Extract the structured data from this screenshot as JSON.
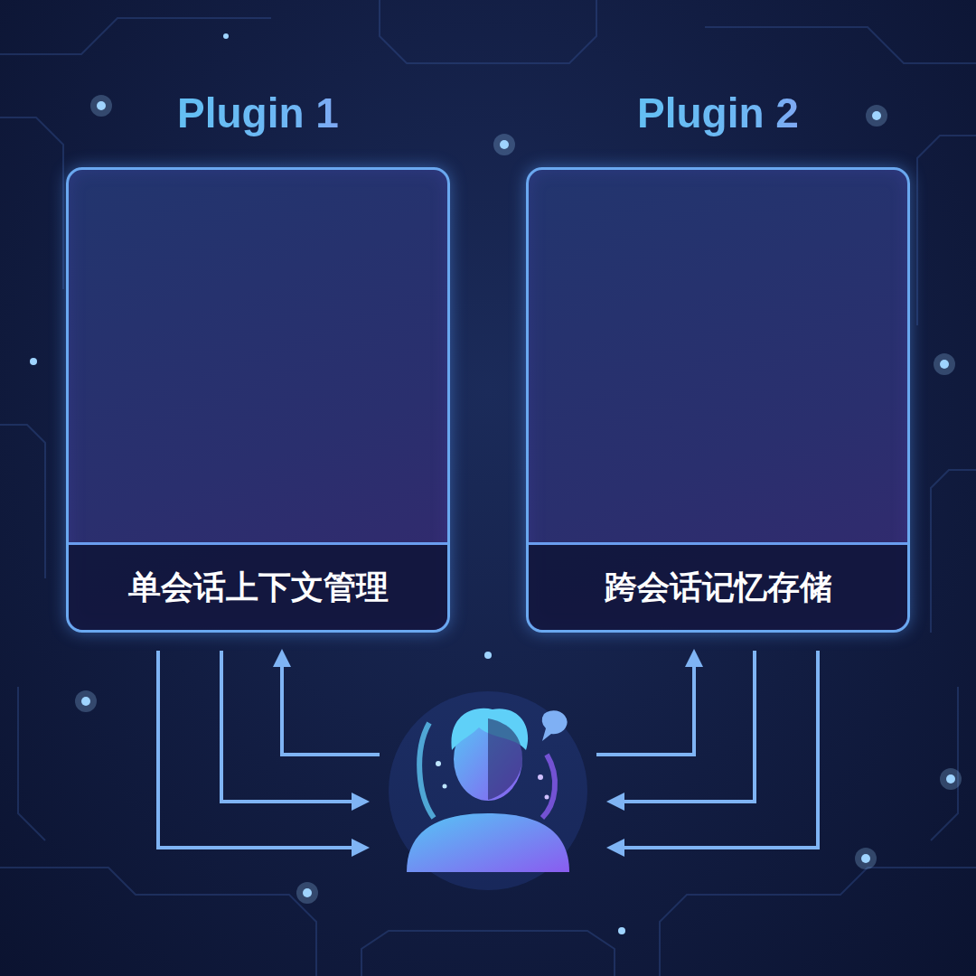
{
  "diagram": {
    "nodes": [
      {
        "text": [
          "Plugin 1",
          "单会话上下文管理"
        ]
      },
      {
        "text": [
          "Plugin 2",
          "跨会话记忆存储"
        ]
      }
    ]
  }
}
